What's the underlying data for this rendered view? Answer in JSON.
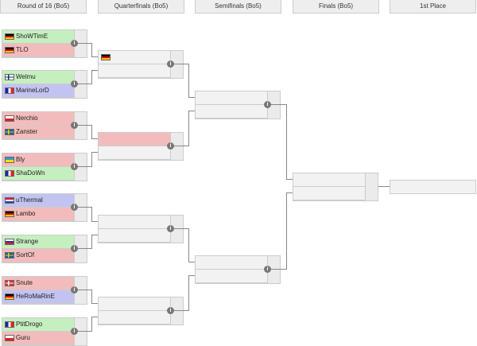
{
  "headers": [
    "Round of 16 (Bo5)",
    "Quarterfinals (Bo5)",
    "Semifinals (Bo5)",
    "Finals (Bo5)",
    "1st Place"
  ],
  "round16": [
    [
      {
        "name": "ShoWTimE",
        "flag": "de",
        "state": "win"
      },
      {
        "name": "TLO",
        "flag": "de",
        "state": "lose"
      }
    ],
    [
      {
        "name": "Welmu",
        "flag": "fi",
        "state": "win"
      },
      {
        "name": "MarineLorD",
        "flag": "fr",
        "state": "tbd"
      }
    ],
    [
      {
        "name": "Nerchio",
        "flag": "pl",
        "state": "lose"
      },
      {
        "name": "Zanster",
        "flag": "se",
        "state": "lose"
      }
    ],
    [
      {
        "name": "Bly",
        "flag": "ua",
        "state": "lose"
      },
      {
        "name": "ShaDoWn",
        "flag": "fr",
        "state": "win"
      }
    ],
    [
      {
        "name": "uThermal",
        "flag": "nl",
        "state": "tbd"
      },
      {
        "name": "Lambo",
        "flag": "de",
        "state": "lose"
      }
    ],
    [
      {
        "name": "Strange",
        "flag": "ru",
        "state": "win"
      },
      {
        "name": "SortOf",
        "flag": "se",
        "state": "lose"
      }
    ],
    [
      {
        "name": "Snute",
        "flag": "no",
        "state": "lose"
      },
      {
        "name": "HeRoMaRinE",
        "flag": "de",
        "state": "tbd"
      }
    ],
    [
      {
        "name": "PtitDrogo",
        "flag": "fr",
        "state": "win"
      },
      {
        "name": "Guru",
        "flag": "pl",
        "state": "lose"
      }
    ]
  ],
  "quarterfinals": [
    [
      {
        "name": "",
        "flag": "de",
        "state": ""
      },
      {
        "name": "",
        "flag": "",
        "state": ""
      }
    ],
    [
      {
        "name": "",
        "flag": "",
        "state": "lose"
      },
      {
        "name": "",
        "flag": "",
        "state": ""
      }
    ],
    [
      {
        "name": "",
        "flag": "",
        "state": ""
      },
      {
        "name": "",
        "flag": "",
        "state": ""
      }
    ],
    [
      {
        "name": "",
        "flag": "",
        "state": ""
      },
      {
        "name": "",
        "flag": "",
        "state": ""
      }
    ]
  ],
  "info_glyph": "i",
  "colors": {
    "win": "#c6efc0",
    "lose": "#f3bcbc",
    "tbd": "#c3c3f2"
  }
}
